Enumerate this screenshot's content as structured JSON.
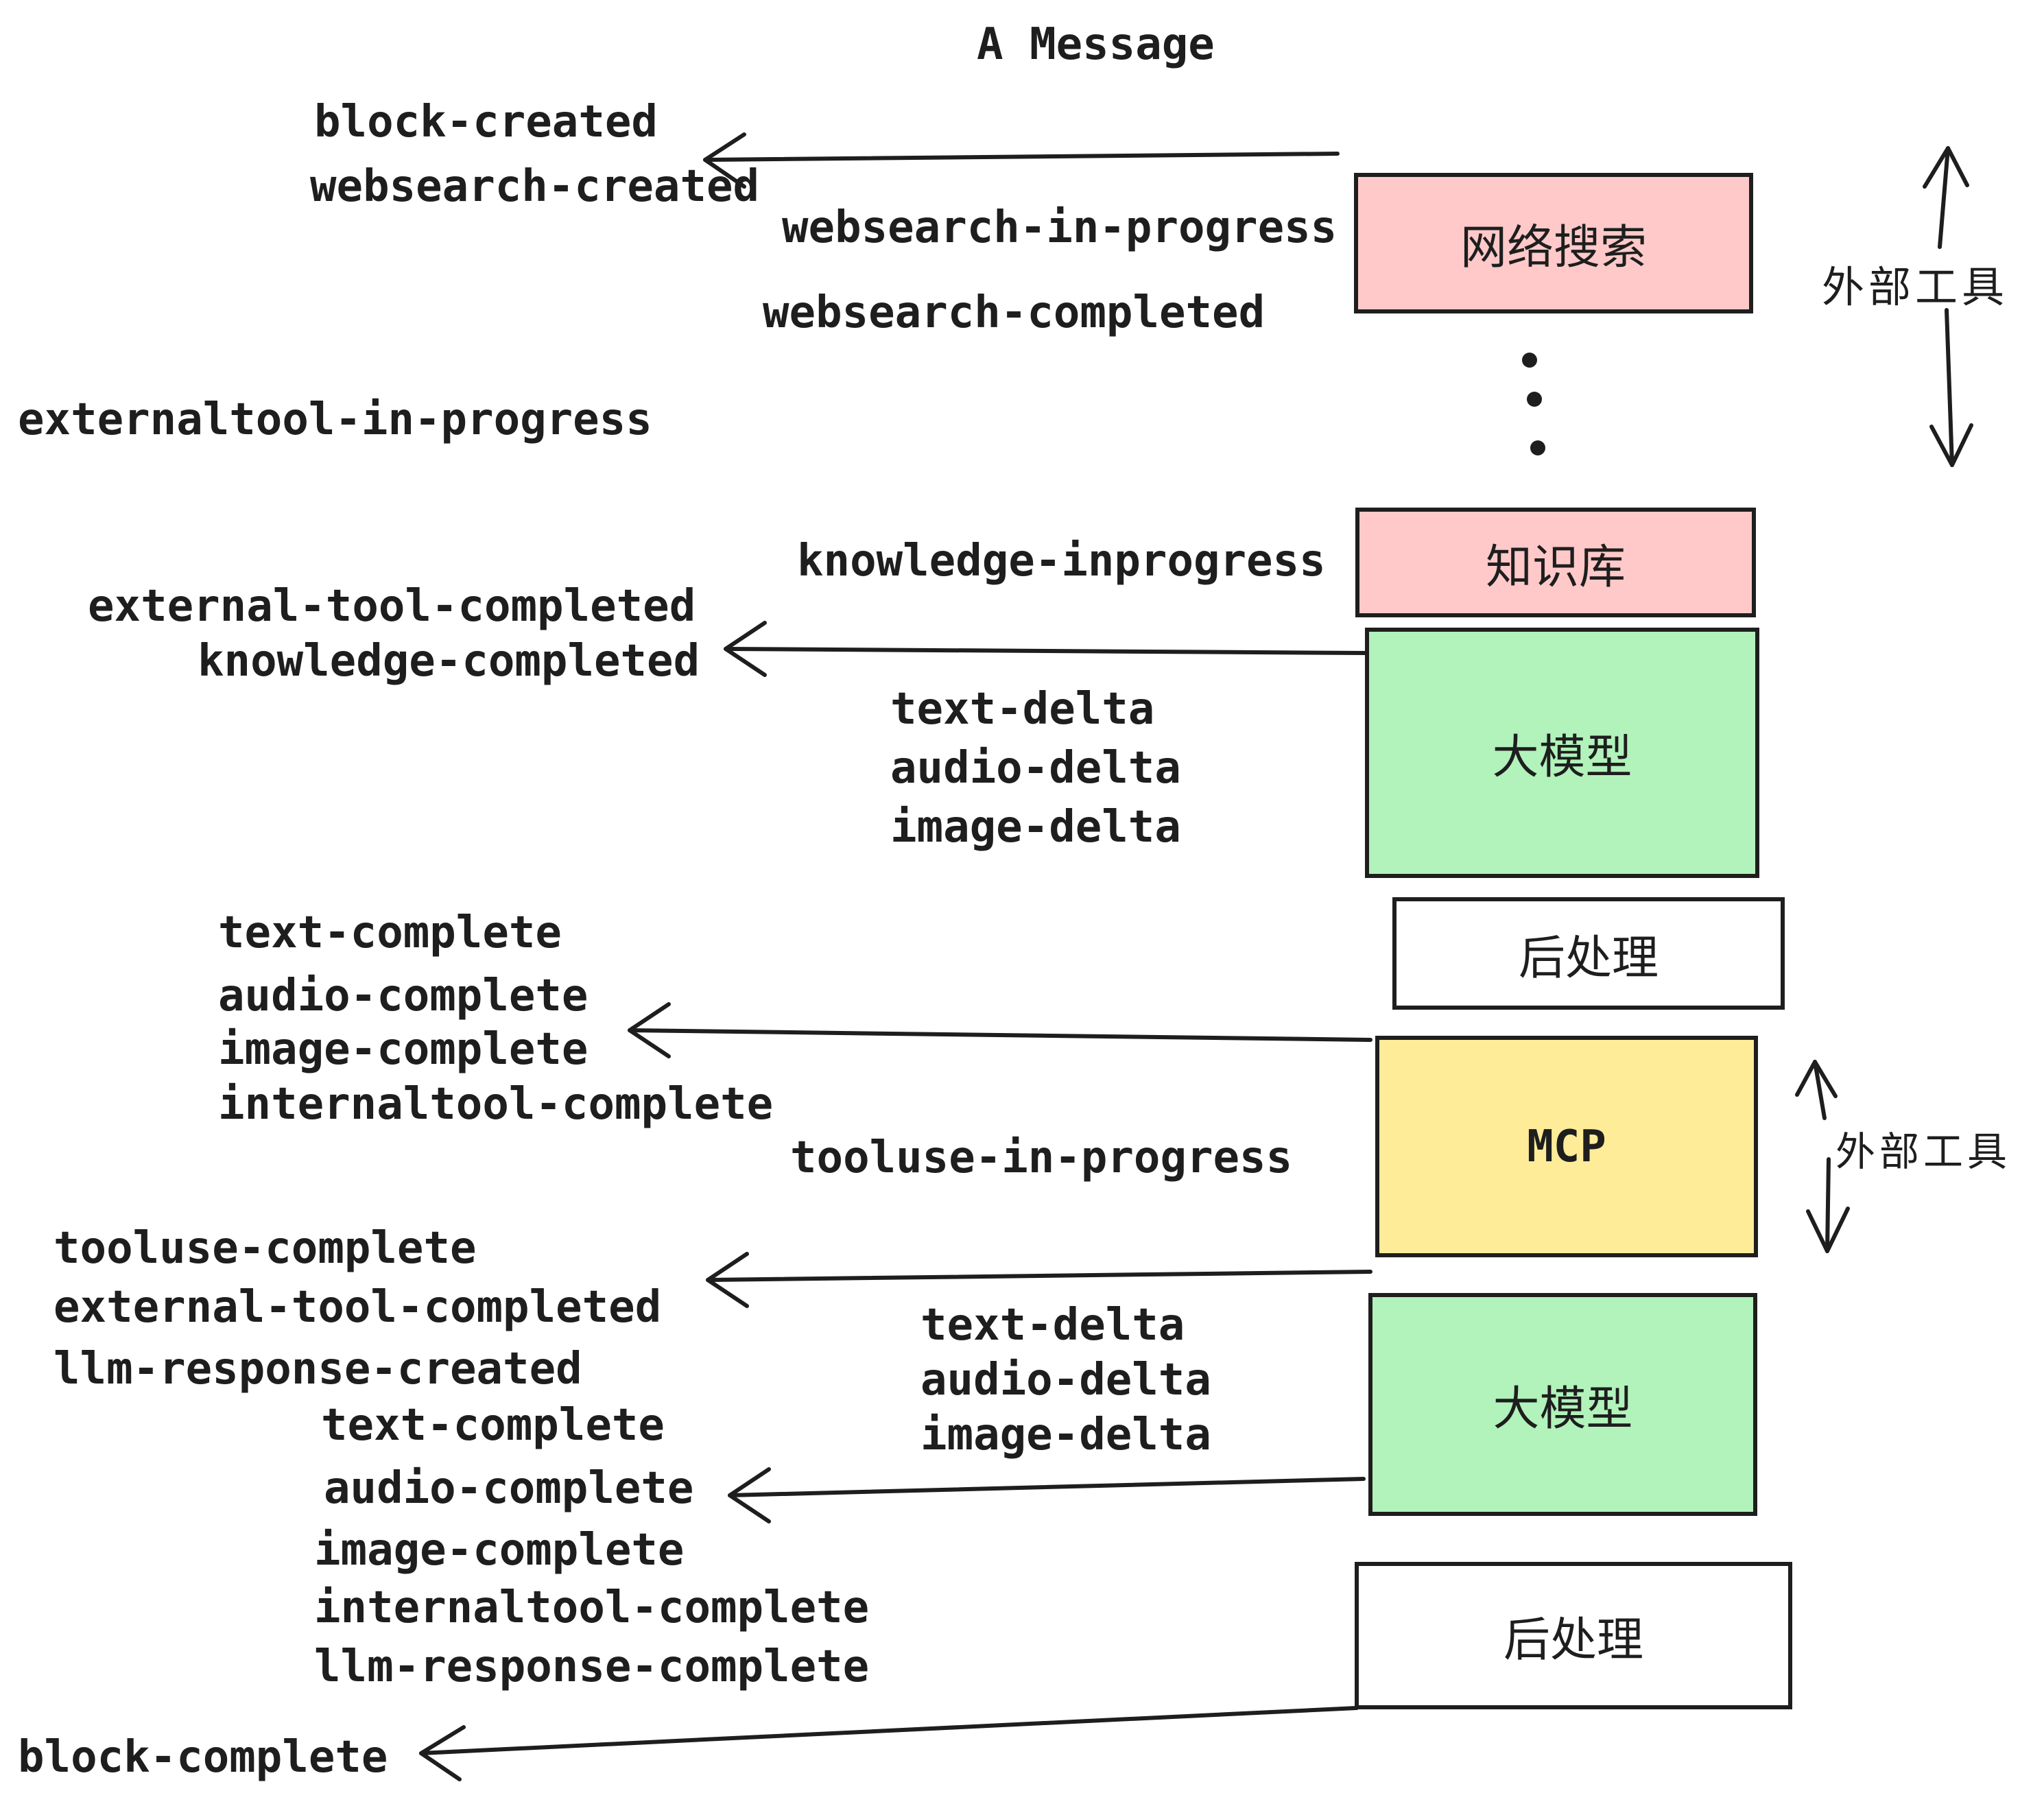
{
  "title": "A Message",
  "colors": {
    "pink": "#ffc9c9",
    "green": "#b2f2bb",
    "yellow": "#ffec99",
    "white": "#ffffff",
    "stroke": "#1e1e1e"
  },
  "pipeline": {
    "boxes": [
      {
        "id": "websearch",
        "label": "网络搜索",
        "fill": "pink"
      },
      {
        "id": "knowledge",
        "label": "知识库",
        "fill": "pink"
      },
      {
        "id": "llm-1",
        "label": "大模型",
        "fill": "green"
      },
      {
        "id": "postprocess-1",
        "label": "后处理",
        "fill": "white"
      },
      {
        "id": "mcp",
        "label": "MCP",
        "fill": "yellow"
      },
      {
        "id": "llm-2",
        "label": "大模型",
        "fill": "green"
      },
      {
        "id": "postprocess-2",
        "label": "后处理",
        "fill": "white"
      }
    ],
    "ellipsis": "⋮"
  },
  "annotations": [
    {
      "label": "外部工具"
    },
    {
      "label": "外部工具"
    }
  ],
  "events": [
    "block-created",
    "websearch-created",
    "websearch-in-progress",
    "websearch-completed",
    "externaltool-in-progress",
    "knowledge-inprogress",
    "external-tool-completed",
    "knowledge-completed",
    "text-delta",
    "audio-delta",
    "image-delta",
    "text-complete",
    "audio-complete",
    "image-complete",
    "internaltool-complete",
    "tooluse-in-progress",
    "tooluse-complete",
    "external-tool-completed",
    "llm-response-created",
    "text-complete",
    "audio-complete",
    "text-delta",
    "audio-delta",
    "image-delta",
    "image-complete",
    "internaltool-complete",
    "llm-response-complete",
    "block-complete"
  ]
}
